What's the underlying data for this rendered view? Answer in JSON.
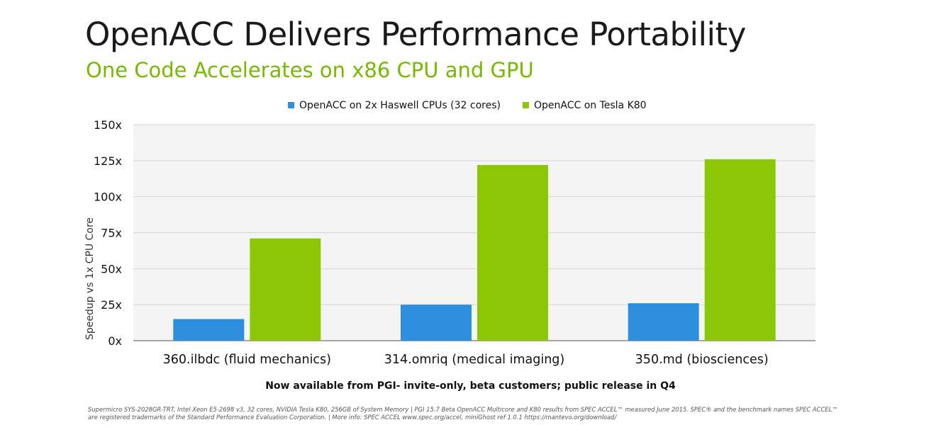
{
  "title": "OpenACC Delivers Performance Portability",
  "subtitle": "One Code Accelerates on x86 CPU and GPU",
  "note": "Now available from PGI- invite-only, beta customers; public release in Q4",
  "footnote": "Supermicro SYS-2028GR-TRT, Intel Xeon E5-2698 v3, 32 cores, NVIDIA Tesla K80, 256GB of System Memory | PGI 15.7 Beta OpenACC Multicore and K80 results from SPEC ACCEL™ measured June 2015. SPEC® and the benchmark names SPEC ACCEL™ are registered trademarks of the Standard Performance Evaluation Corporation. | More info: SPEC ACCEL www.spec.org/accel, miniGhost ref 1.0.1 https://mantevo.org/download/",
  "chart_data": {
    "type": "bar",
    "title": "",
    "xlabel": "",
    "ylabel": "Speedup vs 1x CPU Core",
    "categories": [
      "360.ilbdc (fluid mechanics)",
      "314.omriq (medical imaging)",
      "350.md (biosciences)"
    ],
    "series": [
      {
        "name": "OpenACC on 2x Haswell CPUs (32 cores)",
        "color": "#2e8ede",
        "values": [
          15,
          25,
          26
        ]
      },
      {
        "name": "OpenACC on Tesla K80",
        "color": "#8cc706",
        "values": [
          71,
          122,
          126
        ]
      }
    ],
    "ylim": [
      0,
      150
    ],
    "yticks": [
      0,
      25,
      50,
      75,
      100,
      125,
      150
    ],
    "ytick_labels": [
      "0x",
      "25x",
      "50x",
      "75x",
      "100x",
      "125x",
      "150x"
    ],
    "grid": true,
    "legend": "top"
  }
}
